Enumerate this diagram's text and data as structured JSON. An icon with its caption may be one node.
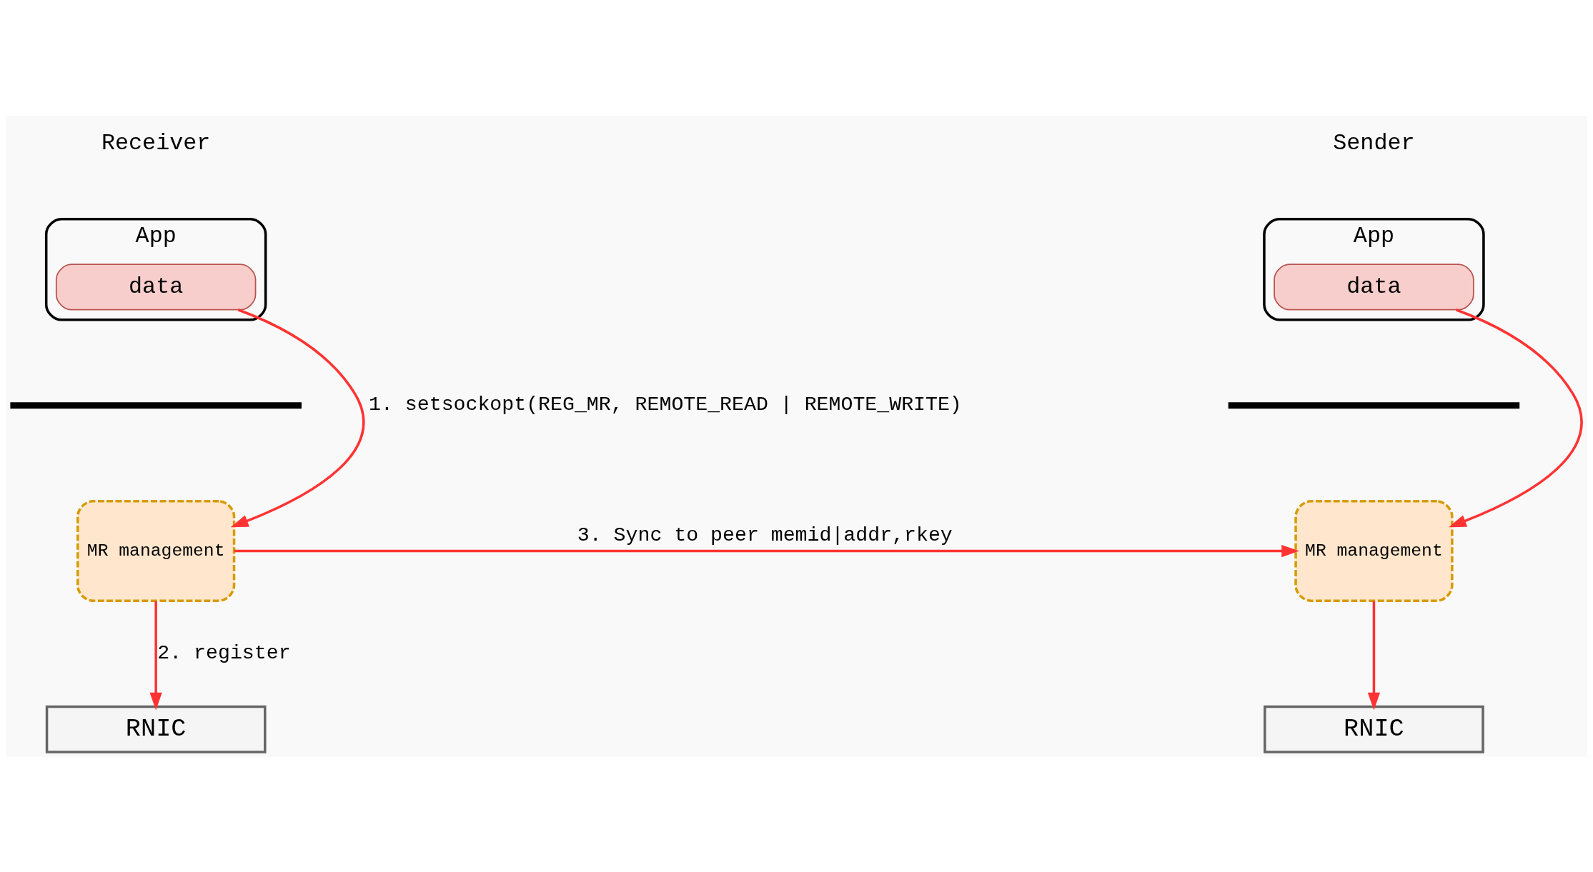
{
  "diagram": {
    "nodes": [
      {
        "text": [
          "App"
        ]
      },
      {
        "text": [
          "data"
        ],
        "in": 0
      },
      {
        "text": [],
        "shape": "bar"
      },
      {
        "text": [
          "MR management"
        ]
      },
      {
        "text": [
          "RNIC"
        ]
      },
      {
        "text": [
          "App"
        ]
      },
      {
        "text": [
          "data"
        ],
        "in": 5
      },
      {
        "text": [],
        "shape": "bar"
      },
      {
        "text": [
          "MR management"
        ]
      },
      {
        "text": [
          "RNIC"
        ]
      }
    ],
    "edges": [
      {
        "from": 1,
        "to": 3,
        "arrow": "to"
      },
      {
        "from": 3,
        "to": 4,
        "arrow": "to"
      },
      {
        "from": 6,
        "to": 8,
        "arrow": "to",
        "label": "1. setsockopt(REG_MR, REMOTE_READ | REMOTE_WRITE)"
      },
      {
        "from": 8,
        "to": 9,
        "arrow": "to",
        "label": "2. register"
      },
      {
        "from": 8,
        "to": 3,
        "arrow": "to",
        "label": "3. Sync to peer memid|addr,rkey"
      }
    ],
    "labels": [
      "Sender",
      "Receiver"
    ]
  }
}
